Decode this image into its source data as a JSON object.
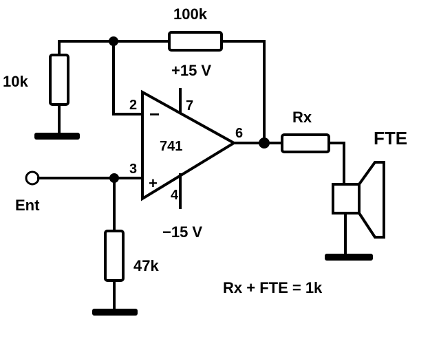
{
  "components": {
    "r_feedback": "100k",
    "r_ground": "10k",
    "r_input": "47k",
    "r_series": "Rx",
    "opamp": "741",
    "speaker": "FTE"
  },
  "supplies": {
    "positive": "+15 V",
    "negative": "−15 V"
  },
  "pins": {
    "inverting": "2",
    "noninverting": "3",
    "output": "6",
    "vplus": "7",
    "vminus": "4",
    "minus_sign": "−",
    "plus_sign": "+"
  },
  "input_label": "Ent",
  "note": "Rx + FTE = 1k"
}
